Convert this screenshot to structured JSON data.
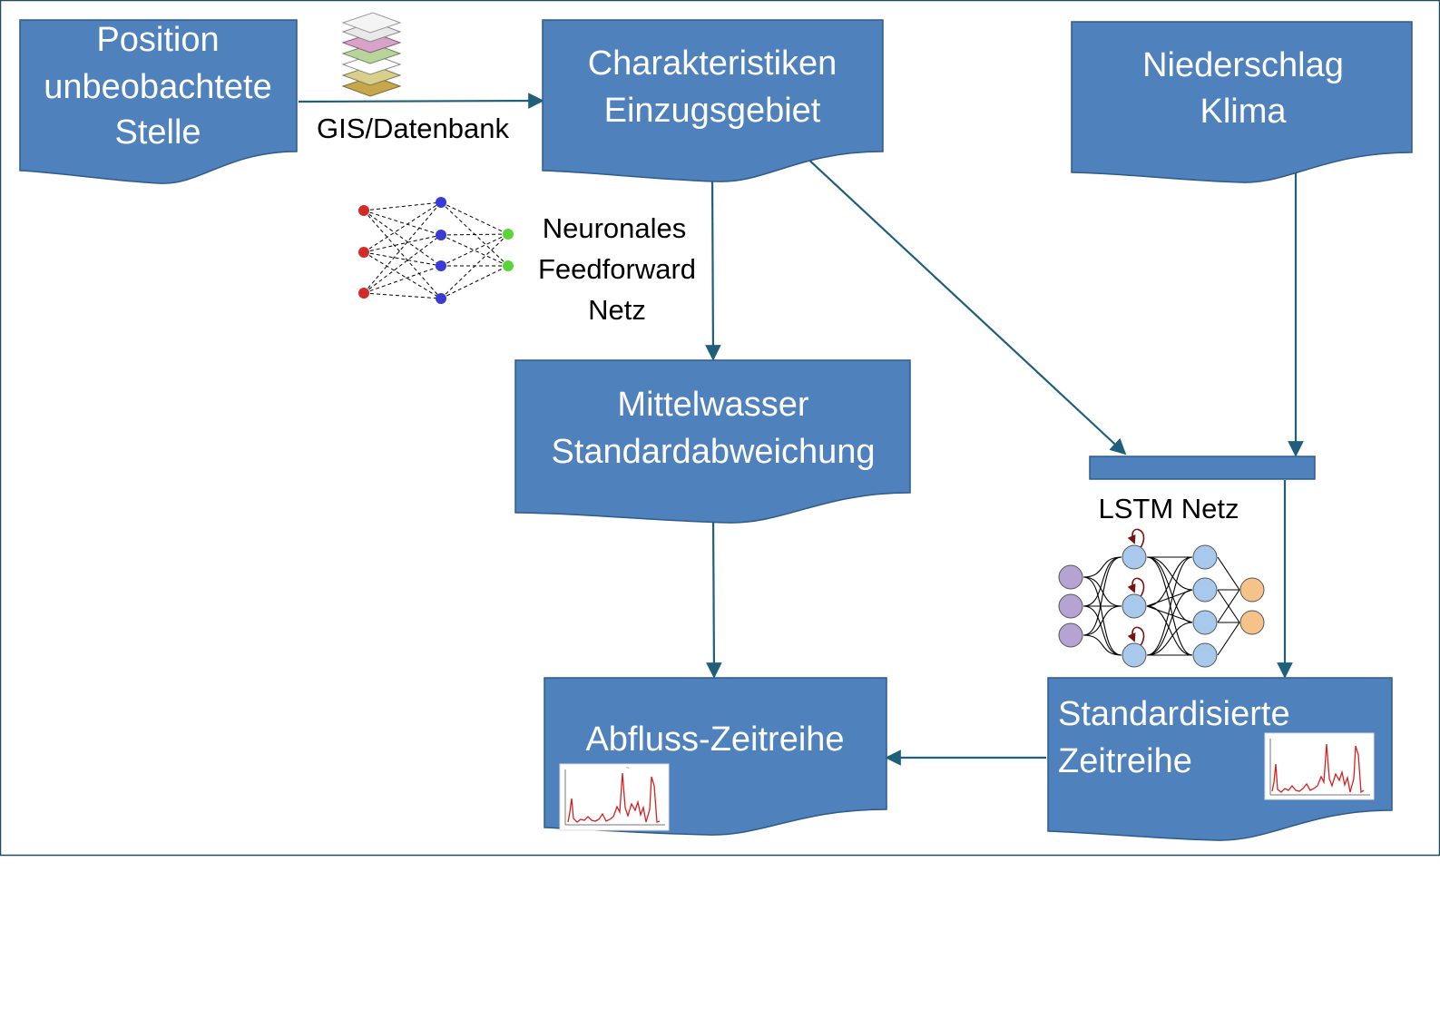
{
  "boxes": {
    "position": {
      "lines": [
        "Position",
        "unbeobachtete",
        "Stelle"
      ]
    },
    "characteristics": {
      "lines": [
        "Charakteristiken",
        "Einzugsgebiet"
      ]
    },
    "precipitation": {
      "lines": [
        "Niederschlag",
        "Klima"
      ]
    },
    "mean_water": {
      "lines": [
        "Mittelwasser",
        "Standardabweichung"
      ]
    },
    "discharge": {
      "lines": [
        "Abfluss-Zeitreihe"
      ]
    },
    "standardized": {
      "lines": [
        "Standardisierte",
        "Zeitreihe"
      ]
    }
  },
  "labels": {
    "gis": "GIS/Datenbank",
    "ffnn": [
      "Neuronales",
      "Feedforward",
      "Netz"
    ],
    "lstm": "LSTM Netz"
  },
  "colors": {
    "box_fill": "#4f81bd",
    "box_stroke": "#2f5b8a",
    "arrow": "#1f5f7a",
    "frame": "#1f4e5f"
  },
  "icons": {
    "gis": "gis-layers-icon",
    "ffnn": "feedforward-network-icon",
    "lstm": "lstm-network-icon",
    "series": "time-series-chart-icon"
  }
}
